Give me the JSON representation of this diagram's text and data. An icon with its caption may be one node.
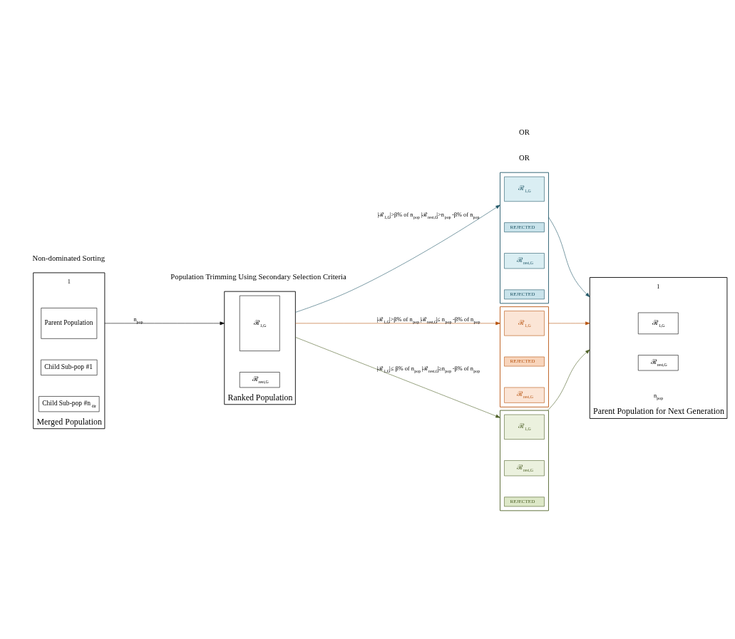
{
  "diagram": {
    "nodes": [
      {
        "text": [
          "Merged Population"
        ],
        "beside": [
          "1"
        ]
      },
      {
        "text": [
          "Parent Population"
        ],
        "in": 0
      },
      {
        "text": [
          "Child Sub-pop #1"
        ],
        "in": 0
      },
      {
        "text": [
          "Child Sub-pop #n$_{dir}$"
        ],
        "in": 0
      },
      {
        "text": [
          "Ranked Population"
        ]
      },
      {
        "text": [
          "ℛ$_{1,G}$"
        ],
        "in": 4
      },
      {
        "text": [
          "ℛ$_{rest,G}$"
        ],
        "in": 4
      },
      {
        "text": [],
        "shape": "box"
      },
      {
        "text": [
          "ℛ$_{1,G}$"
        ],
        "in": 7
      },
      {
        "text": [
          "REJECTED"
        ],
        "in": 7
      },
      {
        "text": [
          "ℛ$_{rest,G}$"
        ],
        "in": 7
      },
      {
        "text": [
          "REJECTED"
        ],
        "in": 7
      },
      {
        "text": [],
        "shape": "box"
      },
      {
        "text": [
          "ℛ$_{1,G}$"
        ],
        "in": 12
      },
      {
        "text": [
          "REJECTED"
        ],
        "in": 12
      },
      {
        "text": [
          "ℛ$_{rest,G}$"
        ],
        "in": 12
      },
      {
        "text": [],
        "shape": "box"
      },
      {
        "text": [
          "ℛ$_{1,G}$"
        ],
        "in": 16
      },
      {
        "text": [
          "ℛ$_{rest,G}$"
        ],
        "in": 16
      },
      {
        "text": [
          "REJECTED"
        ],
        "in": 16
      },
      {
        "text": [
          "Parent Population for Next Generation"
        ],
        "beside": [
          "1",
          "n$_{pop}$"
        ]
      },
      {
        "text": [
          "ℛ$_{1,G}$"
        ],
        "in": 20
      },
      {
        "text": [
          "ℛ$_{rest,G}$"
        ],
        "in": 20
      }
    ],
    "edges": [
      {
        "from": 0,
        "to": 4,
        "arrow": "to",
        "color": "#000000",
        "label": "n$_{pop}$"
      },
      {
        "from": 4,
        "to": 7,
        "arrow": "to",
        "color": "#215868",
        "label": "|ℛ$_{1,G}$|>β% of n$_{pop}$ |ℛ$_{rest,G}$|>n$_{pop}$ -β% of n$_{pop}$"
      },
      {
        "from": 4,
        "to": 12,
        "arrow": "to",
        "color": "#b85410",
        "label": "|ℛ$_{1,G}$|>β% of n$_{pop}$ |ℛ$_{rest,G}$|≤ n$_{pop}$ -β% of n$_{pop}$"
      },
      {
        "from": 4,
        "to": 16,
        "arrow": "to",
        "color": "#4f6228",
        "label": "|ℛ$_{1,G}$|≤ β% of n$_{pop}$ |ℛ$_{rest,G}$|≥n$_{pop}$ -β% of n$_{pop}$"
      },
      {
        "from": 7,
        "to": 20,
        "arrow": "to",
        "color": "#215868"
      },
      {
        "from": 12,
        "to": 20,
        "arrow": "to",
        "color": "#b85410"
      },
      {
        "from": 16,
        "to": 20,
        "arrow": "to",
        "color": "#4f6228"
      }
    ],
    "labels": [
      "OR",
      "OR",
      "Non-dominated Sorting",
      "Population Trimming Using Secondary Selection Criteria"
    ]
  }
}
